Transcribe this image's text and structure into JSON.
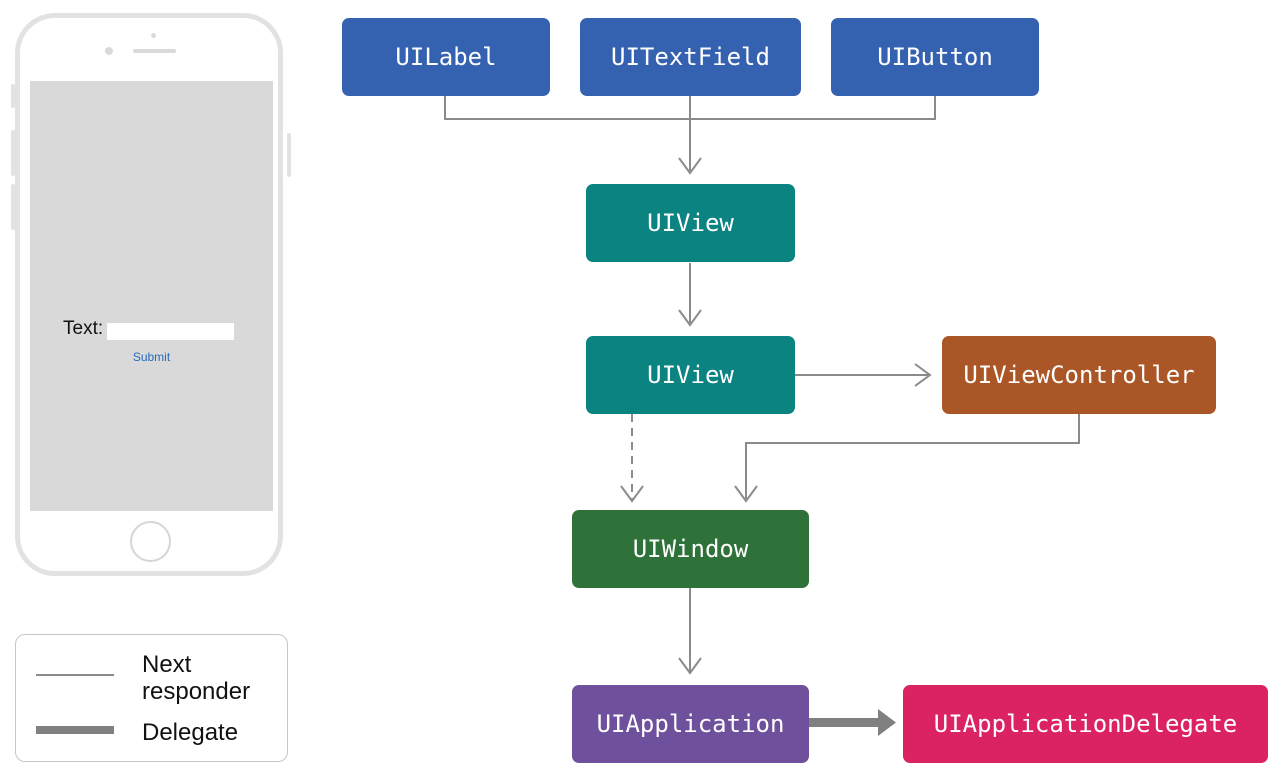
{
  "phone": {
    "text_label": "Text:",
    "submit_label": "Submit"
  },
  "legend": {
    "next_responder": "Next responder",
    "delegate": "Delegate"
  },
  "nodes": {
    "uilabel": "UILabel",
    "uitextfield": "UITextField",
    "uibutton": "UIButton",
    "uiview_1": "UIView",
    "uiview_2": "UIView",
    "uiviewcontroller": "UIViewController",
    "uiwindow": "UIWindow",
    "uiapplication": "UIApplication",
    "uiapplicationdelegate": "UIApplicationDelegate"
  },
  "colors": {
    "control_blue": "#3562b0",
    "view_teal": "#0a8381",
    "controller_orange": "#ab5627",
    "window_green": "#2e7239",
    "application_purple": "#6e509c",
    "delegate_pink": "#db2263",
    "connector_gray": "#808080"
  }
}
